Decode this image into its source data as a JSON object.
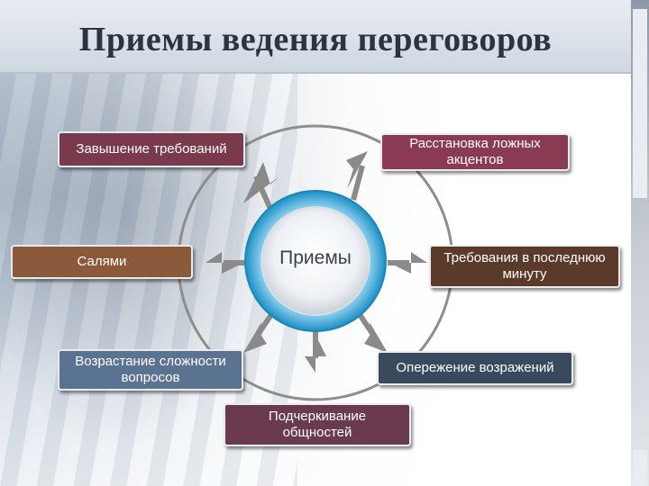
{
  "title": "Приемы ведения переговоров",
  "center_label": "Приемы",
  "boxes": {
    "b1": "Завышение требований",
    "b2": "Расстановка ложных\nакцентов",
    "b3": "Салями",
    "b4": "Требования в последнюю\nминуту",
    "b5": "Возрастание сложности\nвопросов",
    "b6": "Опережение возражений",
    "b7": "Подчеркивание\nобщностей"
  },
  "colors": {
    "b1": "#7a3a4e",
    "b2": "#8a3a52",
    "b3": "#8a5a3a",
    "b4": "#5a3a28",
    "b5": "#5a7390",
    "b6": "#3a4a5e",
    "b7": "#6a3a4e",
    "ring": "#29a3d6",
    "circle": "#8e8e8e",
    "arrow": "#8a8a8a"
  }
}
